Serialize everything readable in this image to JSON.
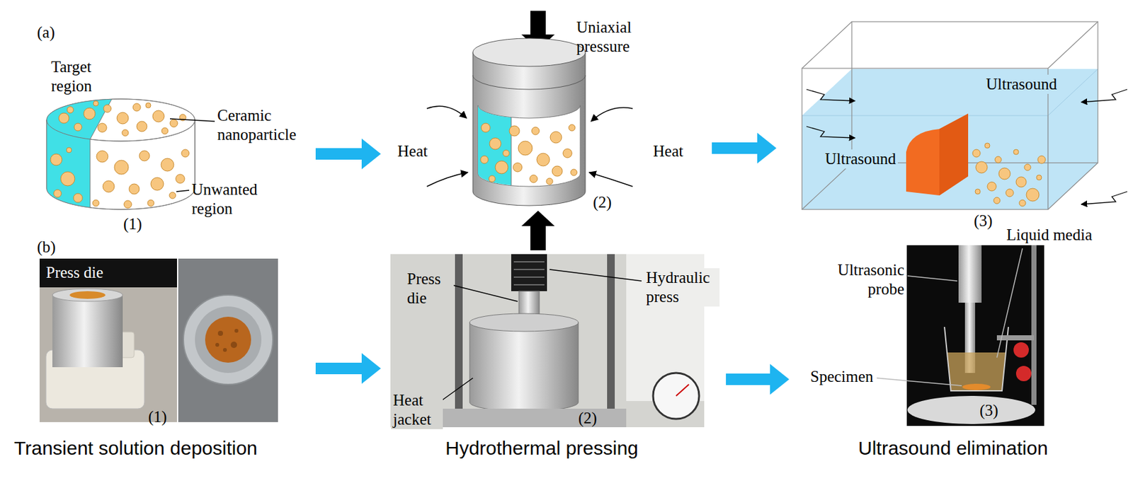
{
  "diagram": {
    "nodes": [
      {
        "text": [
          "(1)"
        ]
      },
      {
        "text": [
          "(2)"
        ]
      },
      {
        "text": [
          "(3)"
        ]
      },
      {
        "text": [
          "(1)"
        ]
      },
      {
        "text": [
          "(2)"
        ]
      },
      {
        "text": [
          "(3)"
        ]
      }
    ],
    "edges": [
      {
        "from": 0,
        "to": 1,
        "arrow": "to"
      },
      {
        "from": 1,
        "to": 2,
        "arrow": "to"
      },
      {
        "from": 3,
        "to": 4,
        "arrow": "to"
      },
      {
        "from": 4,
        "to": 5,
        "arrow": "to"
      }
    ],
    "labels": [
      "(a)",
      "Target region",
      "Ceramic nanoparticle",
      "Unwanted region",
      "Uniaxial pressure",
      "Heat",
      "Heat",
      "Ultrasound",
      "Ultrasound",
      "(b)",
      "Press die",
      "Press die",
      "Hydraulic press",
      "Heat jacket",
      "Ultrasonic probe",
      "Liquid media",
      "Specimen",
      "Transient solution deposition",
      "Hydrothermal pressing",
      "Ultrasound elimination"
    ]
  }
}
